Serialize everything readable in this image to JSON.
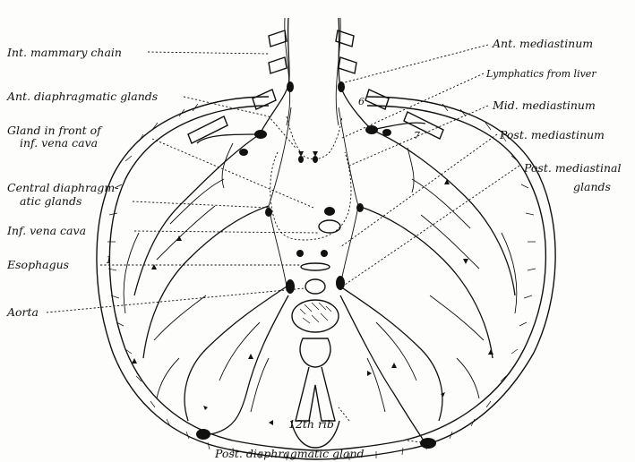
{
  "labels": {
    "int_mammary_chain": "Int. mammary chain",
    "ant_diaphragmatic_glands": "Ant. diaphragmatic glands",
    "gland_front_ivc_1": "Gland in front of",
    "gland_front_ivc_2": "inf. vena cava",
    "central_diaphragmatic_1": "Central diaphragm-",
    "central_diaphragmatic_2": "atic glands",
    "inf_vena_cava": "Inf. vena cava",
    "esophagus": "Esophagus",
    "aorta": "Aorta",
    "ant_mediastinum": "Ant. mediastinum",
    "lymphatics_from_liver": "Lymphatics from liver",
    "mid_mediastinum": "Mid. mediastinum",
    "post_mediastinum": "Post. mediastinum",
    "post_mediastinal_glands_1": "Post. mediastinal",
    "post_mediastinal_glands_2": "glands",
    "twelfth_rib": "12th rib",
    "post_diaphragmatic_gland": "Post. diaphragmatic gland",
    "rib_num_6": "6",
    "rib_num_7": "7",
    "rib_num_1": "1"
  }
}
